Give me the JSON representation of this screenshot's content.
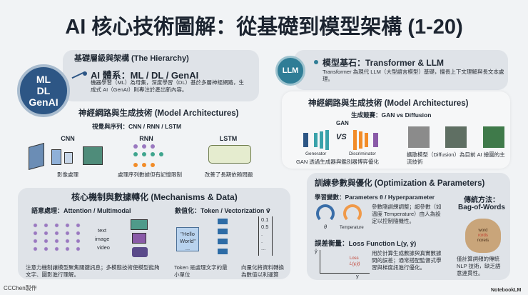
{
  "title": "AI 核心技術圖解：從基礎到模型架構 (1-20)",
  "hierarchy": {
    "heading": "基礎層級與架構 (The Hierarchy)",
    "circle": [
      "ML",
      "DL",
      "GenAI"
    ],
    "subheading": "AI 體系：ML / DL / GenAI",
    "desc": "機器學習（ML）為母集，深度學習（DL）基於多層神經網路，生成式 AI（GenAI）則專注於產出新內容。"
  },
  "arch_left": {
    "heading": "神經網路與生成技術 (Model Architectures)",
    "subheading": "視覺與序列：CNN / RNN / LSTM",
    "items": [
      {
        "label": "CNN",
        "caption": "影像處理"
      },
      {
        "label": "RNN",
        "caption": "處理序列數據但有記憶限制"
      },
      {
        "label": "LSTM",
        "caption": "改善了長期依賴問題"
      }
    ]
  },
  "llm": {
    "circle": "LLM",
    "heading": "模型基石：Transformer & LLM",
    "desc": "Transformer 為現代 LLM（大型語言模型）基礎，擅長上下文理解與長文本處理。"
  },
  "arch_right": {
    "heading": "神經網路與生成技術 (Model Architectures)",
    "subheading": "生成競賽：GAN vs Diffusion",
    "gan_label": "GAN",
    "vs": "VS",
    "generator": "Generator",
    "discriminator": "Discriminator",
    "gan_caption": "GAN 透過生成器與鑑別器博弈優化",
    "diffusion_caption": "擴散模型（Diffusion）為目前 AI 繪圖的主流技術"
  },
  "mechanisms": {
    "heading": "核心機制與數據轉化 (Mechanisms & Data)",
    "attention_heading": "語意處理：Attention / Multimodal",
    "modalities": [
      "text",
      "image",
      "video"
    ],
    "attention_caption": "注意力機制讓模型聚焦關鍵訊息；多模態技術使模型能夠文字、圖影進行理解。",
    "token_heading": "數值化：Token / Vectorization v⃗",
    "token_box": "\"Hello World\"",
    "token_box_more": "...",
    "token_caption": "Token 是處理文字的最小單位",
    "vector": [
      "0.1",
      "0.5",
      ".",
      ".",
      "..."
    ],
    "vector_caption": "向量化將資料轉換為數值以利運算"
  },
  "optimization": {
    "heading": "訓練參數與優化 (Optimization & Parameters)",
    "params_heading": "學習變數：Parameters θ / Hyperparameter",
    "gauge_labels": [
      "θ",
      "Temperature"
    ],
    "params_desc": "參數隨訓練調整；超參數（如溫度 Temperature）由人為設定以控制隨機性。",
    "loss_heading": "誤差衡量：Loss Function L(y, ŷ)",
    "loss_axis_y": "ŷ",
    "loss_axis_x": "y",
    "loss_label": "Loss",
    "loss_fn": "L(y,ŷ)",
    "loss_desc": "用於計算生成數據與真實數據間的誤差；通常搭配監督式學習與梯度訊進行優化。",
    "bow_heading": "傳統方法：",
    "bow_name": "Bag-of-Words",
    "bag_words": [
      "word",
      "rords",
      "noreis"
    ],
    "bow_desc": "僅計算詞頻的傳統 NLP 技術，缺乏語意連貫性。"
  },
  "footer": {
    "author": "CCChen製作",
    "brand": "NotebookLM"
  },
  "colors": {
    "navy": "#2d5685",
    "teal": "#2f7d96",
    "title": "#1c2430",
    "orange": "#f28c28",
    "purple": "#8a5aa8"
  }
}
